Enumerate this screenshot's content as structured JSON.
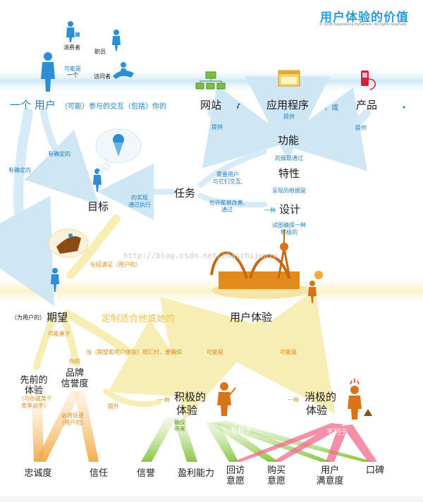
{
  "title": "用户体验的价值",
  "copyright": "© 2008 Experience Dynamics. All rights reserved.",
  "watermark": "http://blog.csdn.net/zhaichijunjw",
  "people": {
    "consumer": "消费者",
    "staff": "职员",
    "may_be": "可能是",
    "a_one": "一个",
    "visitor": "访问者"
  },
  "row1": {
    "a_user": "一个 用户",
    "interaction": "（可能）参与的交互（包括）你的",
    "website": "网站",
    "comma": "，",
    "application": "应用程序",
    "or": "，或",
    "product": "产品"
  },
  "provide": {
    "left": "提供",
    "mid": "提供",
    "right": "提供"
  },
  "chain": {
    "function": "功能",
    "via_display": "的展现通过",
    "feature": "特性",
    "depends": "呈现的根据是",
    "a_kind": "一种",
    "design": "设计",
    "ensure1": "试图确保一种",
    "ensure2": "积极的"
  },
  "tasks": {
    "need1": "需要用户",
    "need2": "与它们交互,",
    "task": "任务",
    "improve1": "也许能被改善,",
    "improve2": "通过",
    "realize1": "的实现",
    "realize2": "通过执行",
    "goal": "目标",
    "has_certain_left": "有确定的",
    "has_certain_mid": "有确定的",
    "includes": "包括满足（用户的）"
  },
  "row2": {
    "for_user": "（为用户的）",
    "expectation": "期望",
    "tailored": "定制适合他或她的",
    "ux": "用户体验"
  },
  "lower": {
    "may_based": "可能基于",
    "when_match": "当（期望和用户体验）相汇时，要确保",
    "may_be_left": "可能是",
    "may_be_right": "可能是",
    "prior1": "先前的",
    "prior2": "体验",
    "prior_note1": "（与你或某个",
    "prior_note2": "竞争对手）",
    "your": "你的",
    "brand1": "品牌",
    "brand2": "信誉度",
    "will_promote1": "必将促进",
    "will_promote2": "（用户的）",
    "boost": "提升",
    "a_kind_pos": "一种",
    "positive1": "积极的",
    "positive2": "体验",
    "a_kind_neg": "一种",
    "negative1": "消极的",
    "negative2": "体验",
    "ensure_bring1": "确保",
    "ensure_bring2": "带来",
    "beneficial": "有利于",
    "harmful": "不利于"
  },
  "outcomes": {
    "loyalty": "忠诚度",
    "trust": "信任",
    "reputation": "信誉",
    "profit": "盈利能力",
    "revisit1": "回访",
    "revisit2": "意愿",
    "purchase1": "购买",
    "purchase2": "意愿",
    "satisfaction1": "用户",
    "satisfaction2": "满意度",
    "word_of_mouth": "口碑"
  },
  "colors": {
    "band": "#cfe8f7",
    "band_lower": "#fbf2c8",
    "blue_text": "#1e7fc2",
    "orange_text": "#e08a1e",
    "arrow_blue": "#cfe6f5",
    "arrow_yellow": "#f7eeb5",
    "arrow_green": "#8cc63f",
    "arrow_pink": "#f06b8b",
    "person_blue": "#2c8fd6",
    "person_orange": "#d9731a"
  },
  "icons": [
    "user-figure-icon",
    "consumer-figure-icon",
    "staff-figure-icon",
    "surfer-figure-icon",
    "website-sitemap-icon",
    "application-window-icon",
    "product-phone-icon",
    "thought-bubble-icon",
    "ice-cream-icon",
    "roller-coaster-icon",
    "positive-person-icon",
    "negative-person-icon"
  ]
}
